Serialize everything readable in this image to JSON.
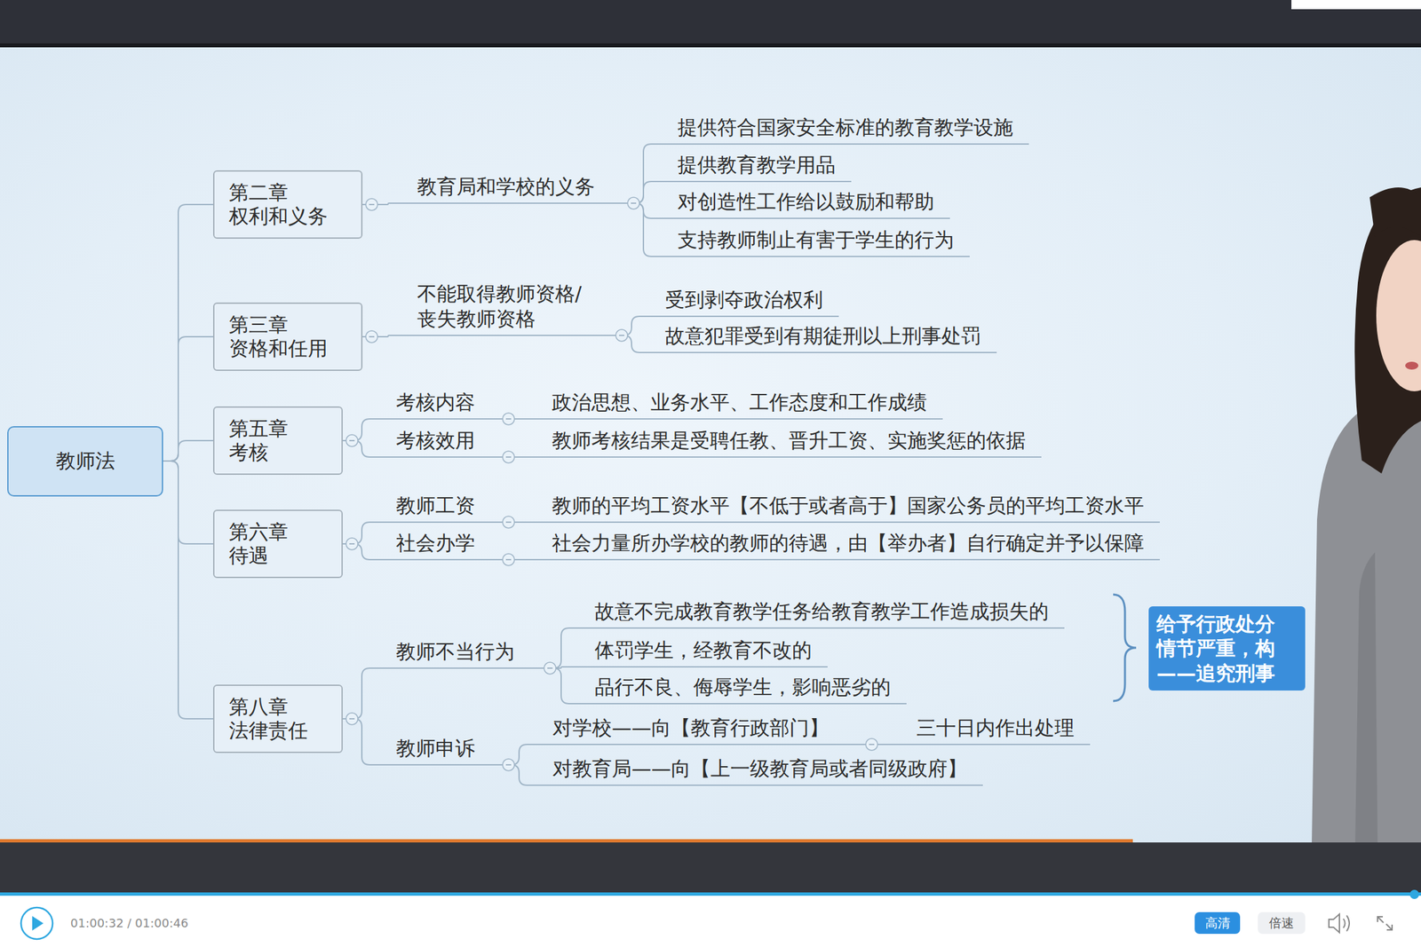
{
  "diagram": {
    "nodes": [
      {
        "text": [
          "教师法"
        ]
      },
      {
        "text": [
          "第二章 权利和义务"
        ]
      },
      {
        "text": [
          "教育局和学校的义务"
        ]
      },
      {
        "text": [
          "提供符合国家安全标准的教育教学设施"
        ]
      },
      {
        "text": [
          "提供教育教学用品"
        ]
      },
      {
        "text": [
          "对创造性工作给以鼓励和帮助"
        ]
      },
      {
        "text": [
          "支持教师制止有害于学生的行为"
        ]
      },
      {
        "text": [
          "第三章 资格和任用"
        ]
      },
      {
        "text": [
          "不能取得教师资格/ 丧失教师资格"
        ]
      },
      {
        "text": [
          "受到剥夺政治权利"
        ]
      },
      {
        "text": [
          "故意犯罪受到有期徒刑以上刑事处罚"
        ]
      },
      {
        "text": [
          "第五章 考核"
        ]
      },
      {
        "text": [
          "考核内容"
        ]
      },
      {
        "text": [
          "政治思想、业务水平、工作态度和工作成绩"
        ]
      },
      {
        "text": [
          "考核效用"
        ]
      },
      {
        "text": [
          "教师考核结果是受聘任教、晋升工资、实施奖惩的依据"
        ]
      },
      {
        "text": [
          "第六章 待遇"
        ]
      },
      {
        "text": [
          "教师工资"
        ]
      },
      {
        "text": [
          "教师的平均工资水平【不低于或者高于】国家公务员的平均工资水平"
        ]
      },
      {
        "text": [
          "社会办学"
        ]
      },
      {
        "text": [
          "社会力量所办学校的教师的待遇，由【举办者】自行确定并予以保障"
        ]
      },
      {
        "text": [
          "第八章 法律责任"
        ]
      },
      {
        "text": [
          "教师不当行为"
        ]
      },
      {
        "text": [
          "故意不完成教育教学任务给教育教学工作造成损失的"
        ]
      },
      {
        "text": [
          "体罚学生，经教育不改的"
        ]
      },
      {
        "text": [
          "品行不良、侮辱学生，影响恶劣的"
        ]
      },
      {
        "text": [
          "给予行政处分 情节严重，构 ——追究刑事"
        ]
      },
      {
        "text": [
          "教师申诉"
        ]
      },
      {
        "text": [
          "对学校——向【教育行政部门】"
        ]
      },
      {
        "text": [
          "三十日内作出处理"
        ]
      },
      {
        "text": [
          "对教育局——向【上一级教育局或者同级政府】"
        ]
      }
    ],
    "edges": [
      {
        "from": 0,
        "to": 1,
        "arrow": "none"
      },
      {
        "from": 0,
        "to": 7,
        "arrow": "none"
      },
      {
        "from": 0,
        "to": 11,
        "arrow": "none"
      },
      {
        "from": 0,
        "to": 16,
        "arrow": "none"
      },
      {
        "from": 0,
        "to": 21,
        "arrow": "none"
      },
      {
        "from": 1,
        "to": 2,
        "arrow": "none"
      },
      {
        "from": 2,
        "to": 3,
        "arrow": "none"
      },
      {
        "from": 2,
        "to": 4,
        "arrow": "none"
      },
      {
        "from": 2,
        "to": 5,
        "arrow": "none"
      },
      {
        "from": 2,
        "to": 6,
        "arrow": "none"
      },
      {
        "from": 7,
        "to": 8,
        "arrow": "none"
      },
      {
        "from": 8,
        "to": 9,
        "arrow": "none"
      },
      {
        "from": 8,
        "to": 10,
        "arrow": "none"
      },
      {
        "from": 11,
        "to": 12,
        "arrow": "none"
      },
      {
        "from": 11,
        "to": 14,
        "arrow": "none"
      },
      {
        "from": 12,
        "to": 13,
        "arrow": "none"
      },
      {
        "from": 14,
        "to": 15,
        "arrow": "none"
      },
      {
        "from": 16,
        "to": 17,
        "arrow": "none"
      },
      {
        "from": 16,
        "to": 19,
        "arrow": "none"
      },
      {
        "from": 17,
        "to": 18,
        "arrow": "none"
      },
      {
        "from": 19,
        "to": 20,
        "arrow": "none"
      },
      {
        "from": 21,
        "to": 22,
        "arrow": "none"
      },
      {
        "from": 21,
        "to": 27,
        "arrow": "none"
      },
      {
        "from": 22,
        "to": 23,
        "arrow": "none"
      },
      {
        "from": 22,
        "to": 24,
        "arrow": "none"
      },
      {
        "from": 22,
        "to": 25,
        "arrow": "none"
      },
      {
        "from": 27,
        "to": 28,
        "arrow": "none"
      },
      {
        "from": 27,
        "to": 30,
        "arrow": "none"
      },
      {
        "from": 28,
        "to": 29,
        "arrow": "none"
      }
    ],
    "labels": [
      "01:00:32 / 01:00:46",
      "高清",
      "倍速"
    ]
  }
}
